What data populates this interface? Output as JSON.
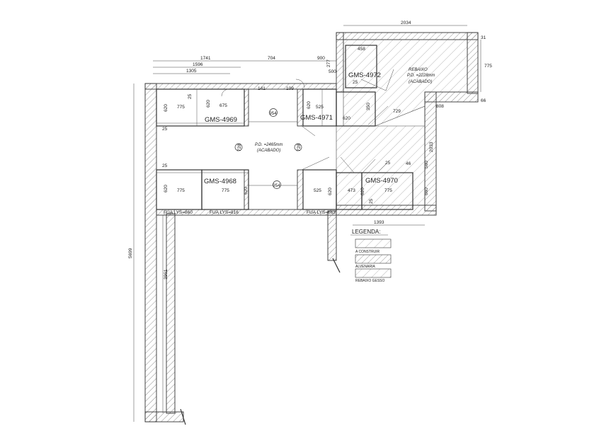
{
  "dimensions": {
    "top_2034": "2034",
    "top_1741": "1741",
    "top_1596": "1596",
    "top_1305": "1305",
    "top_704": "704",
    "top_900": "900",
    "top_500": "500",
    "top_277": "277",
    "top_458": "458",
    "top_31": "31",
    "right_775": "775",
    "right_66": "66",
    "d_141": "141",
    "d_109": "109",
    "d_808": "808",
    "d_729": "729",
    "d_2033": "2033",
    "d_46": "46",
    "d_560": "560",
    "d_660": "660",
    "d_1393": "1393",
    "d_5699": "5699",
    "d_3961": "3961",
    "d_25_a": "25",
    "d_25_b": "25",
    "d_25_c": "25",
    "d_25_d": "25",
    "d_25_e": "25",
    "d_25_f": "25",
    "c_620_a": "620",
    "c_775_a": "775",
    "c_620_b": "620",
    "c_675": "675",
    "c_620_c": "620",
    "c_525_a": "525",
    "c_620_d": "620",
    "c_620_e": "620",
    "c_775_b": "775",
    "c_775_c": "775",
    "c_620_f": "620",
    "c_525_b": "525",
    "c_620_g": "620",
    "c_473": "473",
    "c_620_h": "620",
    "c_775_d": "775",
    "c_350": "350",
    "door_954_top": "954",
    "door_954_bot": "954",
    "door_728_left": "728",
    "door_728_right": "728"
  },
  "labels": {
    "gms_4969": "GMS-4969",
    "gms_4971": "GMS-4971",
    "gms_4972": "GMS-4972",
    "gms_4968": "GMS-4968",
    "gms_4970": "GMS-4970",
    "pd_main_1": "P.D. =2465mm",
    "pd_main_2": "(ACABADO)",
    "rebaixo_1": "REBAIXO",
    "rebaixo_2": "P.D. =2228mm",
    "rebaixo_3": "(ACABADO)",
    "fua_1": "FUA LYS=860",
    "fua_2": "FUA LYS=816",
    "fua_3": "FUA LYS=663"
  },
  "legend": {
    "title": "LEGENDA:",
    "items": [
      "A CONSTRUIR",
      "ALVENARIA",
      "REBAIXO GESSO"
    ]
  }
}
